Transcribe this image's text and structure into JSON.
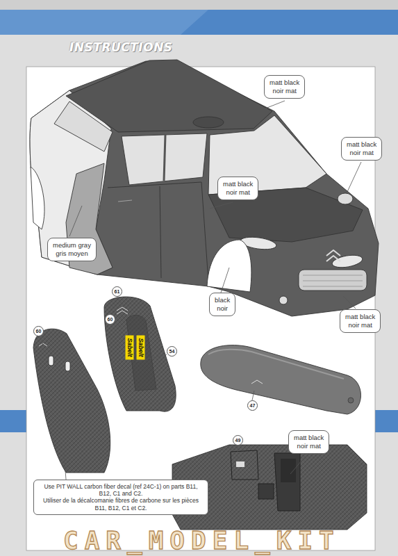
{
  "diagram": {
    "title": "INSTRUCTIONS",
    "nodes": [
      {
        "text": [
          "matt black",
          "noir mat"
        ]
      },
      {
        "text": [
          "matt black",
          "noir mat"
        ]
      },
      {
        "text": [
          "matt black",
          "noir mat"
        ]
      },
      {
        "text": [
          "medium gray",
          "gris moyen"
        ]
      },
      {
        "text": [
          "black",
          "noir"
        ]
      },
      {
        "text": [
          "matt black",
          "noir mat"
        ]
      },
      {
        "text": [
          "matt black",
          "noir mat"
        ]
      },
      {
        "text": [
          "Use PIT WALL carbon fiber decal (ref 24C-1) on parts B11, B12, C1 and C2.",
          "Utiliser de la décalcomanie fibres de carbone sur les pièces B11, B12, C1 et C2."
        ]
      }
    ],
    "labels": [
      "61",
      "60",
      "60",
      "54",
      "Sabelt",
      "Sabelt",
      "47",
      "49",
      "CAR_MODEL_KIT"
    ]
  }
}
